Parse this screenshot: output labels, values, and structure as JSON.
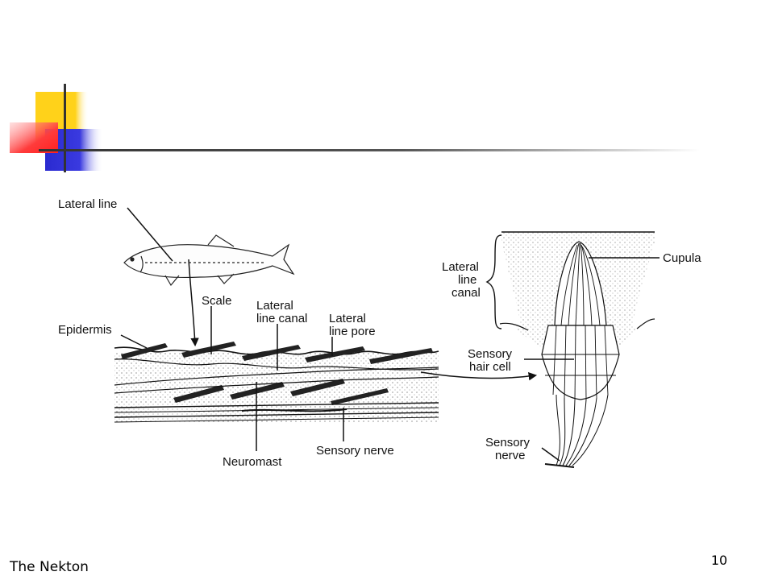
{
  "footer": {
    "title": "The Nekton",
    "page_number": "10"
  },
  "diagram": {
    "labels": {
      "lateral_line": "Lateral line",
      "epidermis": "Epidermis",
      "scale": "Scale",
      "lateral_line_canal_1": "Lateral",
      "lateral_line_canal_2": "line canal",
      "lateral_line_pore_1": "Lateral",
      "lateral_line_pore_2": "line pore",
      "neuromast": "Neuromast",
      "sensory_nerve": "Sensory nerve",
      "detail_canal_1": "Lateral",
      "detail_canal_2": "line",
      "detail_canal_3": "canal",
      "cupula": "Cupula",
      "hair_cell_1": "Sensory",
      "hair_cell_2": "hair cell",
      "detail_nerve_1": "Sensory",
      "detail_nerve_2": "nerve"
    }
  },
  "colors": {
    "accent_yellow": "#ffd21a",
    "accent_red": "#ff3b3b",
    "accent_blue": "#2a2ad0",
    "rule": "#333333"
  }
}
